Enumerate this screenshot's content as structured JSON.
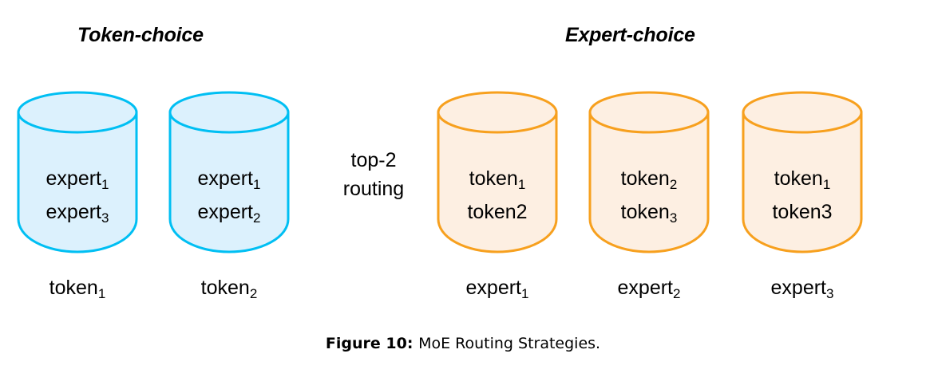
{
  "figure": {
    "caption_label": "Figure 10:",
    "caption_text": "MoE Routing Strategies.",
    "background": "#ffffff"
  },
  "sections": {
    "token_choice": {
      "title": "Token-choice",
      "stroke_color": "#00BFF3",
      "fill_color": "#DCF1FD",
      "cylinders": [
        {
          "lines": [
            {
              "base": "expert",
              "sub": "1"
            },
            {
              "base": "expert",
              "sub": "3"
            }
          ],
          "label": {
            "base": "token",
            "sub": "1"
          }
        },
        {
          "lines": [
            {
              "base": "expert",
              "sub": "1"
            },
            {
              "base": "expert",
              "sub": "2"
            }
          ],
          "label": {
            "base": "token",
            "sub": "2"
          }
        }
      ]
    },
    "expert_choice": {
      "title": "Expert-choice",
      "stroke_color": "#F7A01E",
      "fill_color": "#FDEFE2",
      "cylinders": [
        {
          "lines": [
            {
              "base": "token",
              "sub": "1"
            },
            {
              "base": "token2",
              "sub": ""
            }
          ],
          "label": {
            "base": "expert",
            "sub": "1"
          }
        },
        {
          "lines": [
            {
              "base": "token",
              "sub": "2"
            },
            {
              "base": "token",
              "sub": "3"
            }
          ],
          "label": {
            "base": "expert",
            "sub": "2"
          }
        },
        {
          "lines": [
            {
              "base": "token",
              "sub": "1"
            },
            {
              "base": "token3",
              "sub": ""
            }
          ],
          "label": {
            "base": "expert",
            "sub": "3"
          }
        }
      ]
    }
  },
  "routing_note": {
    "line1": "top-2",
    "line2": "routing"
  }
}
